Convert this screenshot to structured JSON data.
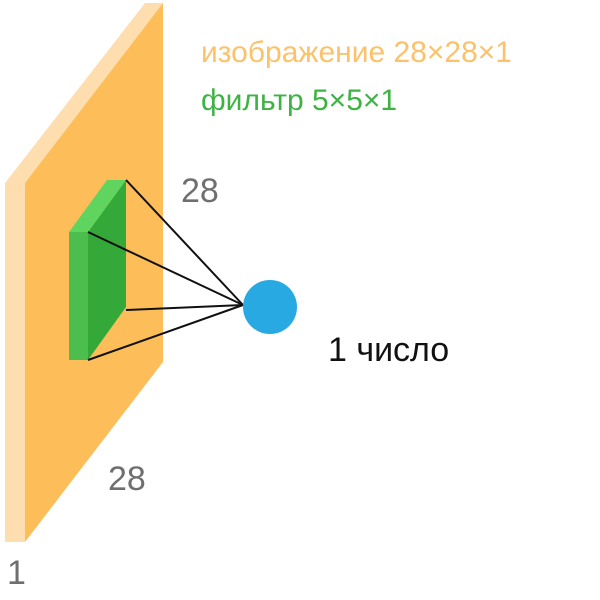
{
  "legend": {
    "image_label": "изображение 28×28×1",
    "filter_label": "фильтр 5×5×1"
  },
  "dimensions": {
    "height": "28",
    "width": "28",
    "depth": "1"
  },
  "output": {
    "label": "1 число"
  },
  "colors": {
    "image_face": "#FDBE5A",
    "image_edge": "#FEDDAE",
    "image_text": "#FCC26A",
    "filter_face": "#34A93A",
    "filter_front": "#4CBE4E",
    "filter_top": "#5FD55F",
    "filter_text": "#3EB343",
    "neuron": "#29A9E1",
    "dimension_text": "#6F6F6F",
    "output_text": "#111111",
    "connection": "#111111"
  }
}
